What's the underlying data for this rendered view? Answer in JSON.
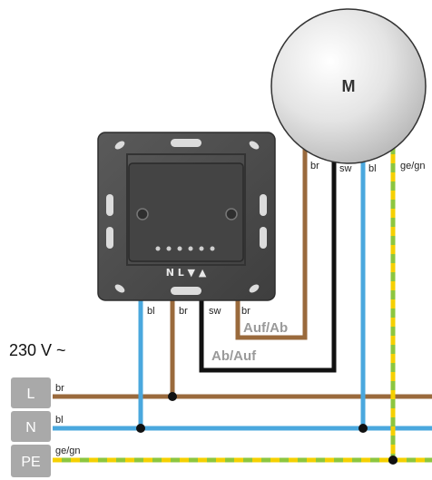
{
  "supply": {
    "voltage_label": "230 V ~"
  },
  "terminals": [
    {
      "key": "L",
      "label": "L"
    },
    {
      "key": "N",
      "label": "N"
    },
    {
      "key": "PE",
      "label": "PE"
    }
  ],
  "bus_wires": [
    {
      "key": "L",
      "color_code": "br",
      "color": "#9a6a3c"
    },
    {
      "key": "N",
      "color_code": "bl",
      "color": "#4aa8de"
    },
    {
      "key": "PE",
      "color_code": "ge/gn",
      "color": "#8cc63f",
      "stripe_color": "#f5d000"
    }
  ],
  "switch_wires": [
    {
      "color_code": "bl"
    },
    {
      "color_code": "br"
    },
    {
      "color_code": "sw"
    },
    {
      "color_code": "br"
    }
  ],
  "motor": {
    "label": "M",
    "wires": [
      {
        "color_code": "br"
      },
      {
        "color_code": "sw"
      },
      {
        "color_code": "bl"
      },
      {
        "color_code": "ge/gn"
      }
    ]
  },
  "direction_labels": {
    "up_down": "Auf/Ab",
    "down_up": "Ab/Auf"
  },
  "device": {
    "terminal_marks": "N L ▼ ▲"
  },
  "colors": {
    "brown": "#9a6a3c",
    "blue": "#4aa8de",
    "black": "#111111",
    "green": "#8cc63f",
    "yellow": "#f5d000",
    "terminal_box": "#a9a9a9",
    "device_plate": "#4a4a4a"
  }
}
